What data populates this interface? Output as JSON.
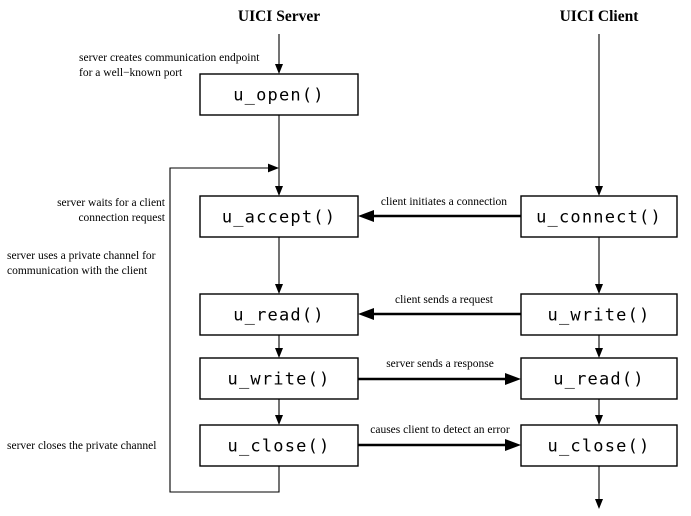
{
  "diagram": {
    "title_server": "UICI Server",
    "title_client": "UICI Client",
    "server_boxes": [
      {
        "id": "u-open",
        "label": "u_open()"
      },
      {
        "id": "u-accept",
        "label": "u_accept()"
      },
      {
        "id": "u-read",
        "label": "u_read()"
      },
      {
        "id": "u-write",
        "label": "u_write()"
      },
      {
        "id": "u-close",
        "label": "u_close()"
      }
    ],
    "client_boxes": [
      {
        "id": "u-connect",
        "label": "u_connect()"
      },
      {
        "id": "u-write-client",
        "label": "u_write()"
      },
      {
        "id": "u-read-client",
        "label": "u_read()"
      },
      {
        "id": "u-close-client",
        "label": "u_close()"
      }
    ],
    "side_notes": [
      {
        "id": "note-open",
        "lines": [
          "server creates communication endpoint",
          "for a well−known port"
        ]
      },
      {
        "id": "note-accept",
        "lines": [
          "server waits for a client",
          "connection request"
        ]
      },
      {
        "id": "note-private",
        "lines": [
          "server uses a private channel for",
          "communication with the client"
        ]
      },
      {
        "id": "note-close",
        "lines": [
          "server closes the private channel"
        ]
      }
    ],
    "arrow_labels": [
      {
        "id": "label-connect",
        "text": "client initiates a connection"
      },
      {
        "id": "label-request",
        "text": "client sends a request"
      },
      {
        "id": "label-response",
        "text": "server sends a response"
      },
      {
        "id": "label-error",
        "text": "causes client to detect an error"
      }
    ],
    "colors": {
      "stroke": "#000000",
      "background": "#ffffff",
      "text": "#000000"
    }
  }
}
